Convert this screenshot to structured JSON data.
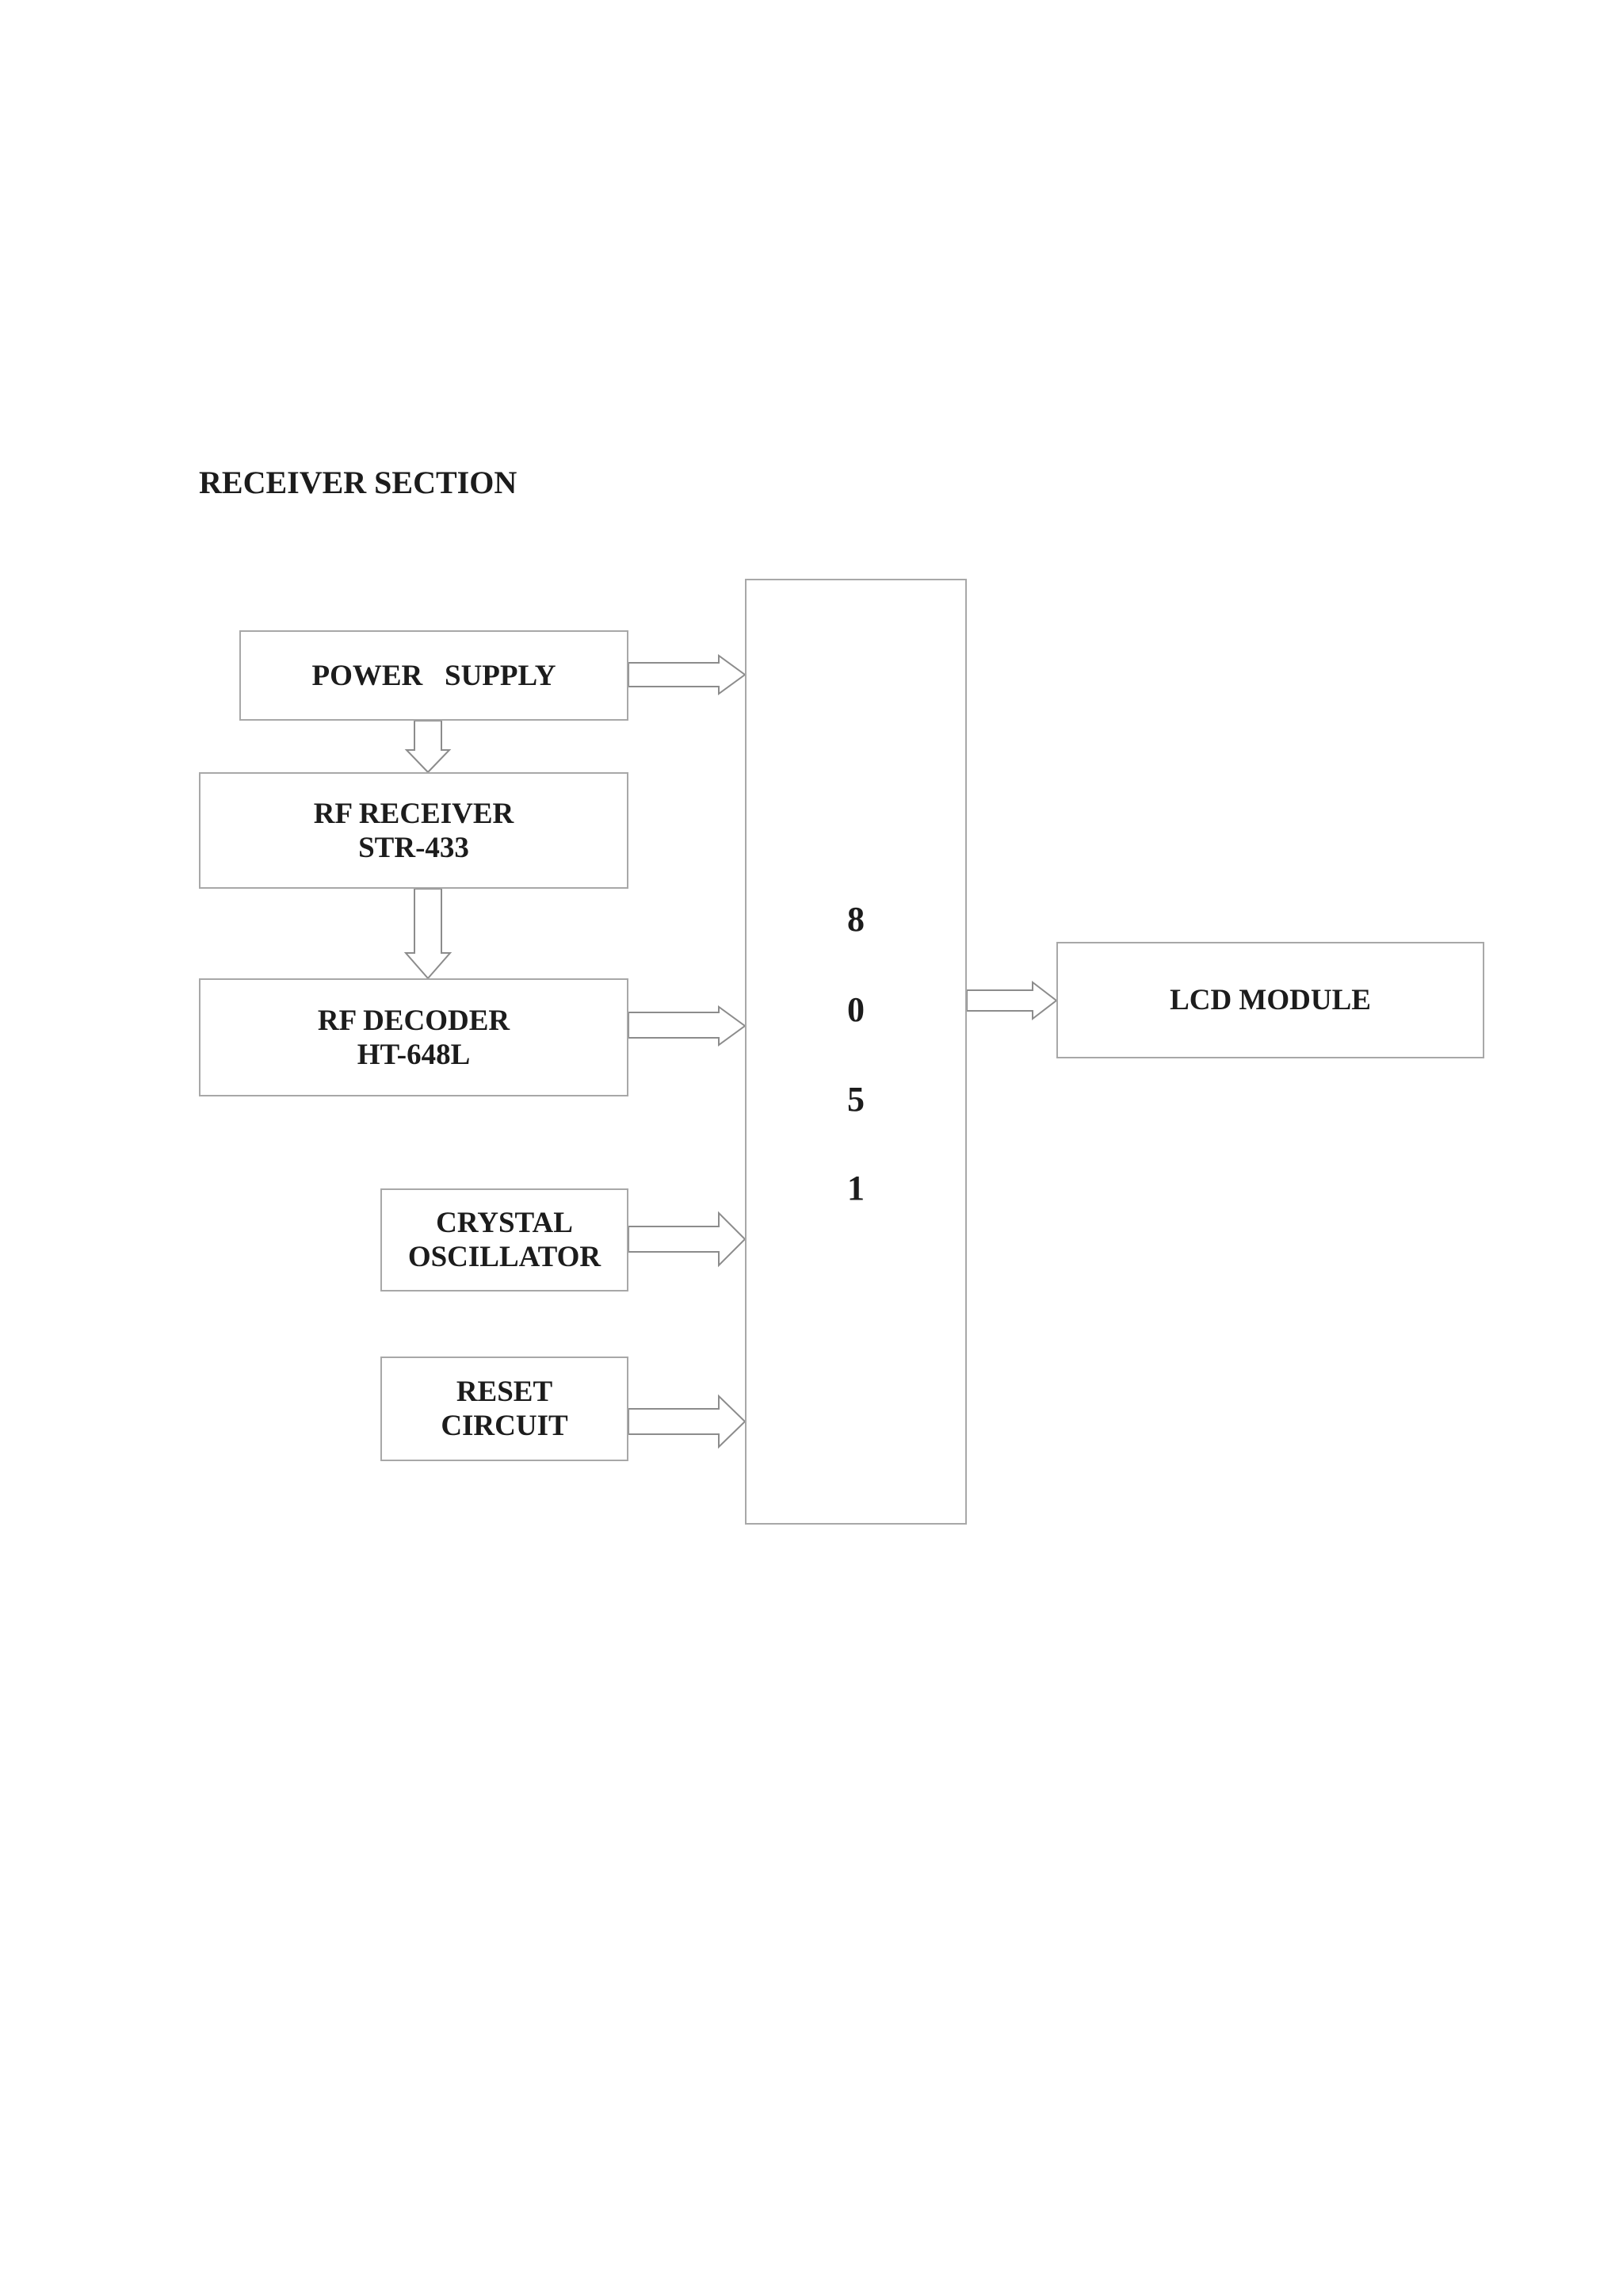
{
  "title": "RECEIVER SECTION",
  "power_supply": {
    "label": "POWER   SUPPLY"
  },
  "rf_receiver": {
    "lines": [
      "RF RECEIVER",
      "STR-433"
    ]
  },
  "rf_decoder": {
    "lines": [
      "RF DECODER",
      "HT-648L"
    ]
  },
  "crystal_oscillator": {
    "lines": [
      "CRYSTAL",
      "OSCILLATOR"
    ]
  },
  "reset_circuit": {
    "lines": [
      "RESET",
      "CIRCUIT"
    ]
  },
  "microcontroller": {
    "chars": [
      "8",
      "0",
      "5",
      "1"
    ]
  },
  "lcd_module": {
    "label": "LCD MODULE"
  },
  "colors": {
    "box_border": "#a8a8a8",
    "arrow_stroke": "#8c8c8c",
    "text": "#1c1c1c"
  }
}
